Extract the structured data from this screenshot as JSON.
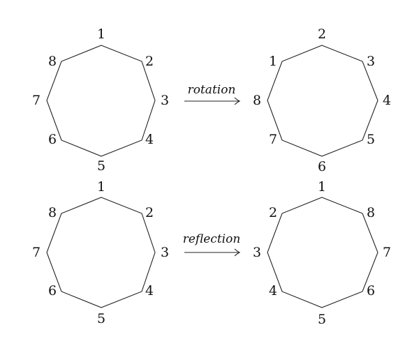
{
  "operations": [
    {
      "label": "rotation",
      "before": [
        "1",
        "2",
        "3",
        "4",
        "5",
        "6",
        "7",
        "8"
      ],
      "after": [
        "2",
        "3",
        "4",
        "5",
        "6",
        "7",
        "8",
        "1"
      ]
    },
    {
      "label": "reflection",
      "before": [
        "1",
        "2",
        "3",
        "4",
        "5",
        "6",
        "7",
        "8"
      ],
      "after": [
        "1",
        "8",
        "7",
        "6",
        "5",
        "4",
        "3",
        "2"
      ]
    }
  ]
}
